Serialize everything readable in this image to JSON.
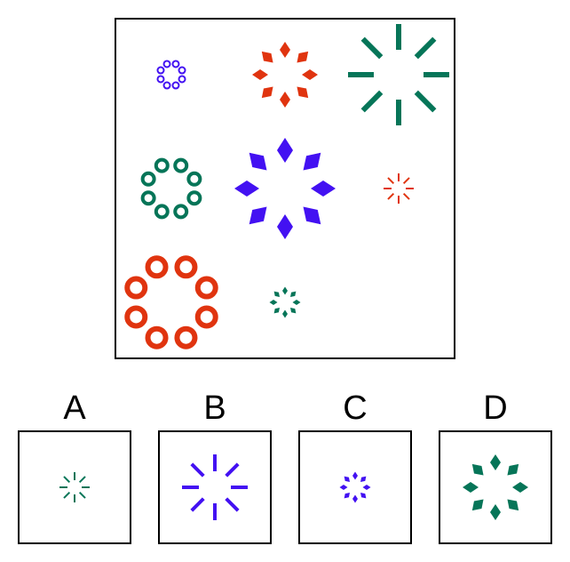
{
  "palette": {
    "red": "#e0340f",
    "green": "#067558",
    "blue": "#4311f2",
    "frame": "#000000"
  },
  "puzzle": {
    "grid": {
      "rows": 3,
      "cols": 3,
      "cells": [
        {
          "row": 1,
          "col": 1,
          "shape": "ring-circle",
          "color": "blue",
          "size": "small"
        },
        {
          "row": 1,
          "col": 2,
          "shape": "ring-diamond",
          "color": "red",
          "size": "medium"
        },
        {
          "row": 1,
          "col": 3,
          "shape": "ring-line",
          "color": "green",
          "size": "large"
        },
        {
          "row": 2,
          "col": 1,
          "shape": "ring-circle",
          "color": "green",
          "size": "medium"
        },
        {
          "row": 2,
          "col": 2,
          "shape": "ring-diamond",
          "color": "blue",
          "size": "large"
        },
        {
          "row": 2,
          "col": 3,
          "shape": "ring-line",
          "color": "red",
          "size": "small"
        },
        {
          "row": 3,
          "col": 1,
          "shape": "ring-circle",
          "color": "red",
          "size": "large"
        },
        {
          "row": 3,
          "col": 2,
          "shape": "ring-diamond",
          "color": "green",
          "size": "small"
        },
        {
          "row": 3,
          "col": 3,
          "shape": "missing",
          "color": "",
          "size": ""
        }
      ]
    },
    "options": [
      {
        "label": "A",
        "shape": "ring-line",
        "color": "green",
        "size": "small"
      },
      {
        "label": "B",
        "shape": "ring-line",
        "color": "blue",
        "size": "medium"
      },
      {
        "label": "C",
        "shape": "ring-diamond",
        "color": "blue",
        "size": "small"
      },
      {
        "label": "D",
        "shape": "ring-diamond",
        "color": "green",
        "size": "medium"
      }
    ]
  }
}
